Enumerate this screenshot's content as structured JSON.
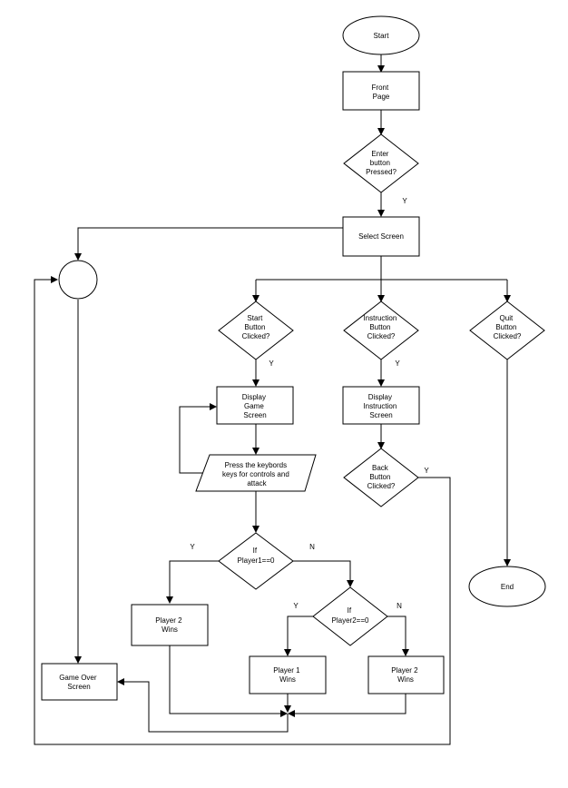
{
  "nodes": {
    "start": "Start",
    "front_page": [
      "Front",
      "Page"
    ],
    "enter_pressed": [
      "Enter",
      "button",
      "Pressed?"
    ],
    "select_screen": "Select Screen",
    "start_clicked": [
      "Start",
      "Button",
      "Clicked?"
    ],
    "instruction_clicked": [
      "Instruction",
      "Button",
      "Clicked?"
    ],
    "quit_clicked": [
      "Quit",
      "Button",
      "Clicked?"
    ],
    "display_game": [
      "Display",
      "Game",
      "Screen"
    ],
    "display_instruction": [
      "Display",
      "Instruction",
      "Screen"
    ],
    "press_keys": [
      "Press the keybords",
      "keys for controls and",
      "attack"
    ],
    "back_clicked": [
      "Back",
      "Button",
      "Clicked?"
    ],
    "if_p1": [
      "If",
      "Player1==0"
    ],
    "if_p2": [
      "If",
      "Player2==0"
    ],
    "p2_wins_left": [
      "Player 2",
      "Wins"
    ],
    "p1_wins": [
      "Player 1",
      "Wins"
    ],
    "p2_wins_right": [
      "Player 2",
      "Wins"
    ],
    "game_over": [
      "Game Over",
      "Screen"
    ],
    "end": "End"
  },
  "edge_labels": {
    "enter_yes": "Y",
    "start_yes": "Y",
    "instruction_yes": "Y",
    "back_yes": "Y",
    "p1_yes": "Y",
    "p1_no": "N",
    "p2_yes": "Y",
    "p2_no": "N"
  },
  "colors": {
    "stroke": "#000000",
    "fill": "#ffffff",
    "background": "#ffffff"
  }
}
